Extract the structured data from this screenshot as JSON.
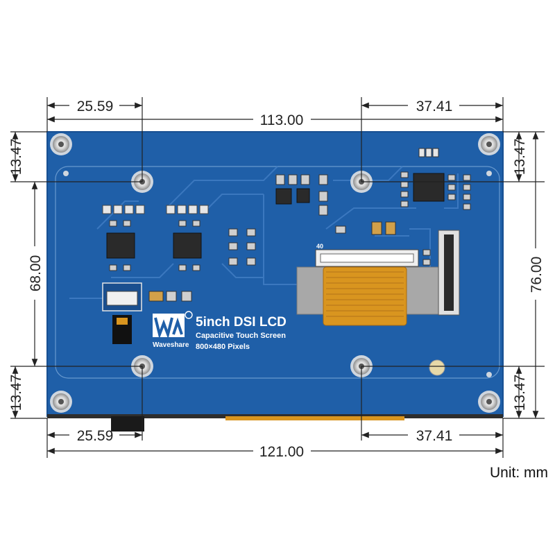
{
  "colors": {
    "board": "#1f5fa8",
    "board_edge": "#174f91",
    "trace": "#3f7bc2",
    "chip": "#2a2a2a",
    "flex_cable": "#d9951f",
    "shield": "#a8a8a8",
    "dimension_line": "#222222"
  },
  "dimensions": {
    "top_left_offset": "25.59",
    "top_right_offset": "37.41",
    "top_hole_span": "113.00",
    "bottom_left_offset": "25.59",
    "bottom_right_offset": "37.41",
    "overall_width": "121.00",
    "left_top_edge": "13.47",
    "left_hole_span": "68.00",
    "left_bottom_edge": "13.47",
    "right_top_edge": "13.47",
    "right_height": "76.00",
    "right_bottom_edge": "13.47"
  },
  "board": {
    "brand_name": "Waveshare",
    "product_title": "5inch DSI LCD",
    "subtitle": "Capacitive Touch Screen",
    "resolution": "800×480 Pixels",
    "connector_pin_label": "40"
  },
  "unit_label": "Unit: mm",
  "icons": [
    "waveshare-logo-icon",
    "mounting-hole-icon",
    "ffc-connector-icon"
  ]
}
